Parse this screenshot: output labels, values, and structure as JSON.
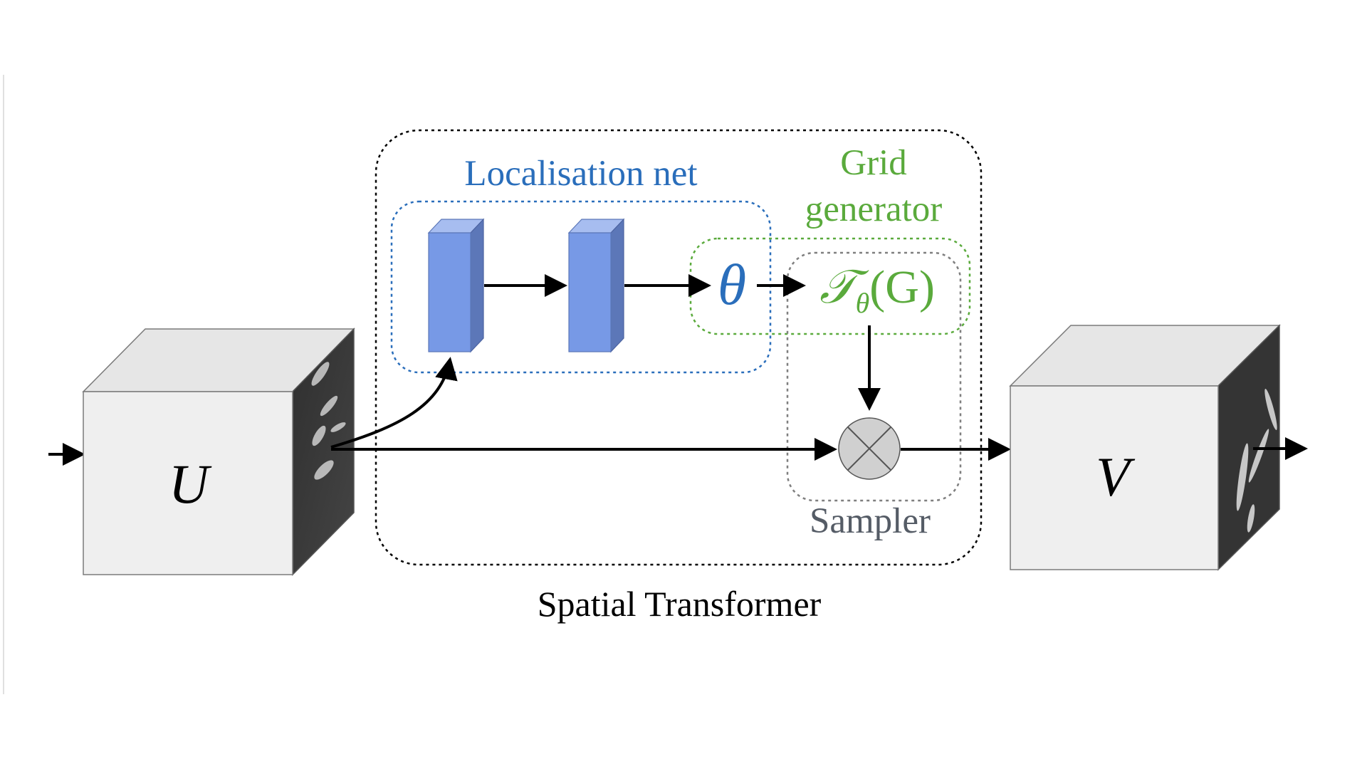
{
  "title": "Spatial Transformer",
  "input_label": "U",
  "output_label": "V",
  "localisation": {
    "label": "Localisation net"
  },
  "grid_generator": {
    "label_line1": "Grid",
    "label_line2": "generator"
  },
  "sampler": {
    "label": "Sampler"
  },
  "theta_symbol": "θ",
  "transform": {
    "main": "𝒯",
    "sub": "θ",
    "arg": "(G)"
  },
  "colors": {
    "localisation": "#2a6ebb",
    "grid_generator": "#5aaa3c",
    "sampler": "#7f7f7f",
    "block_front": "#7799e6",
    "block_top": "#a7bdf0",
    "block_side": "#5c77b8",
    "cube_front": "#efefef",
    "cube_top": "#e6e6e6",
    "cube_side": "#3a3a3a",
    "multiply_fill": "#d0d0d0"
  },
  "icons": {
    "multiply": "circled-times-icon"
  }
}
